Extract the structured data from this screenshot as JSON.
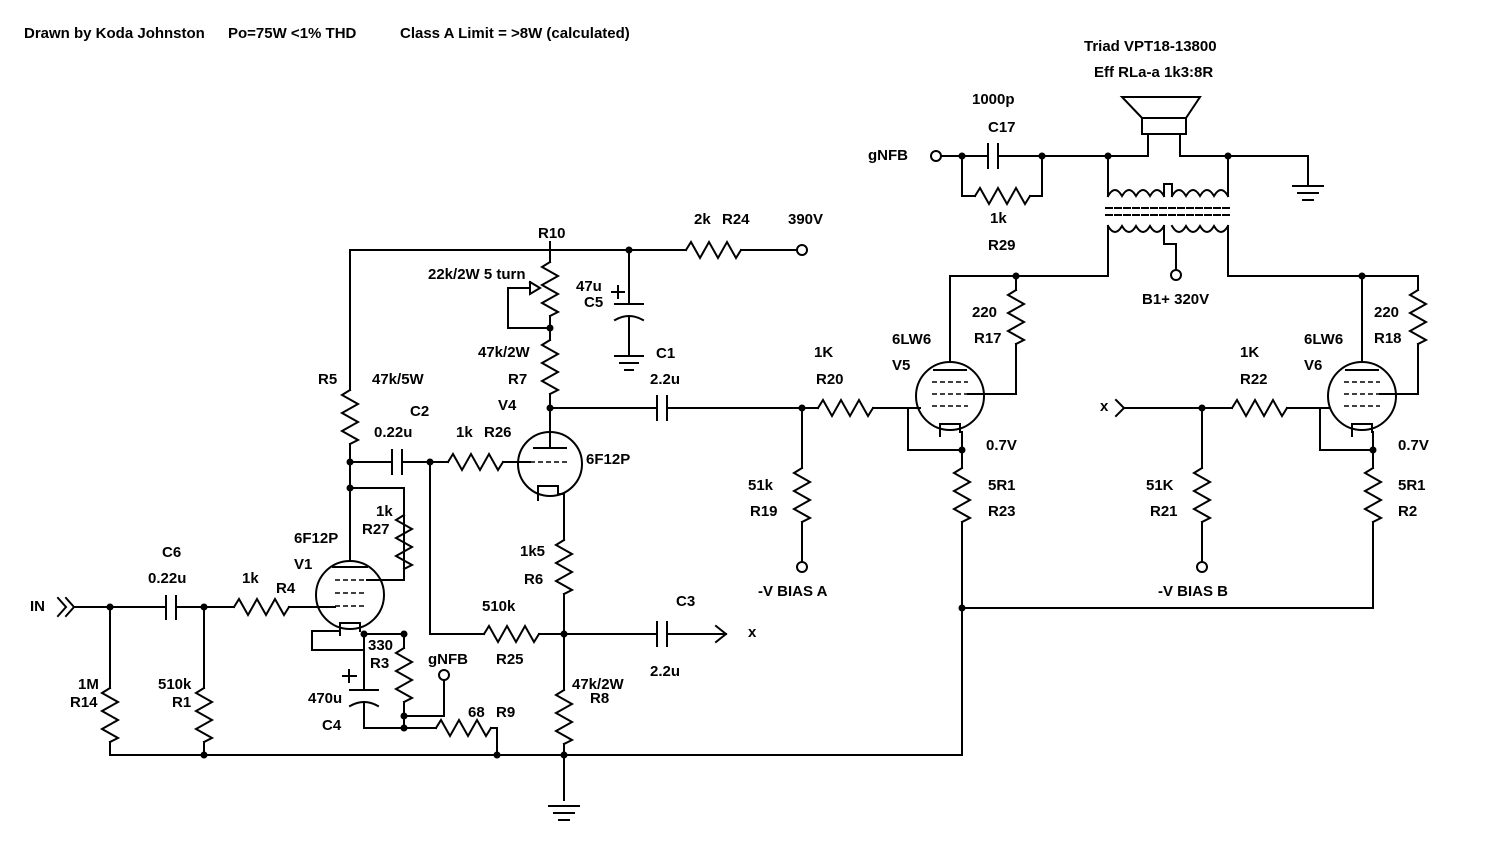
{
  "header": {
    "author": "Drawn by Koda Johnston",
    "power": "Po=75W <1% THD",
    "class_a": "Class A Limit = >8W (calculated)"
  },
  "transformer": {
    "model": "Triad VPT18-13800",
    "ratio": "Eff RLa-a 1k3:8R",
    "b_plus": "B1+ 320V"
  },
  "supply": {
    "rail": "390V"
  },
  "nets": {
    "input": "IN",
    "nfb_top": "gNFB",
    "nfb_bottom": "gNFB",
    "cross_out": "x",
    "cross_in": "x",
    "bias_a": "-V BIAS A",
    "bias_b": "-V BIAS B"
  },
  "tubes": {
    "v1": {
      "ref": "V1",
      "type": "6F12P"
    },
    "v4": {
      "ref": "V4",
      "type": "6F12P"
    },
    "v5": {
      "ref": "V5",
      "type": "6LW6",
      "cathode_v": "0.7V"
    },
    "v6": {
      "ref": "V6",
      "type": "6LW6",
      "cathode_v": "0.7V"
    }
  },
  "components": {
    "C6": {
      "ref": "C6",
      "value": "0.22u"
    },
    "R4": {
      "ref": "R4",
      "value": "1k"
    },
    "R14": {
      "ref": "R14",
      "value": "1M"
    },
    "R1": {
      "ref": "R1",
      "value": "510k"
    },
    "R27": {
      "ref": "R27",
      "value": "1k"
    },
    "R3": {
      "ref": "R3",
      "value": "330"
    },
    "C4": {
      "ref": "C4",
      "value": "470u"
    },
    "R9": {
      "ref": "R9",
      "value": "68"
    },
    "R5": {
      "ref": "R5",
      "value": "47k/5W"
    },
    "C2": {
      "ref": "C2",
      "value": "0.22u"
    },
    "R26": {
      "ref": "R26",
      "value": "1k"
    },
    "R10": {
      "ref": "R10",
      "value": "22k/2W 5 turn"
    },
    "R7": {
      "ref": "R7",
      "value": "47k/2W"
    },
    "C5": {
      "ref": "C5",
      "value": "47u"
    },
    "R24": {
      "ref": "R24",
      "value": "2k"
    },
    "R6": {
      "ref": "R6",
      "value": "1k5"
    },
    "R25": {
      "ref": "R25",
      "value": "510k"
    },
    "R8": {
      "ref": "R8",
      "value": "47k/2W"
    },
    "C3": {
      "ref": "C3",
      "value": "2.2u"
    },
    "C1": {
      "ref": "C1",
      "value": "2.2u"
    },
    "R20": {
      "ref": "R20",
      "value": "1K"
    },
    "R19": {
      "ref": "R19",
      "value": "51k"
    },
    "R17": {
      "ref": "R17",
      "value": "220"
    },
    "R23": {
      "ref": "R23",
      "value": "5R1"
    },
    "R22": {
      "ref": "R22",
      "value": "1K"
    },
    "R21": {
      "ref": "R21",
      "value": "51K"
    },
    "R18": {
      "ref": "R18",
      "value": "220"
    },
    "R2": {
      "ref": "R2",
      "value": "5R1"
    },
    "C17": {
      "ref": "C17",
      "value": "1000p"
    },
    "R29": {
      "ref": "R29",
      "value": "1k"
    }
  }
}
